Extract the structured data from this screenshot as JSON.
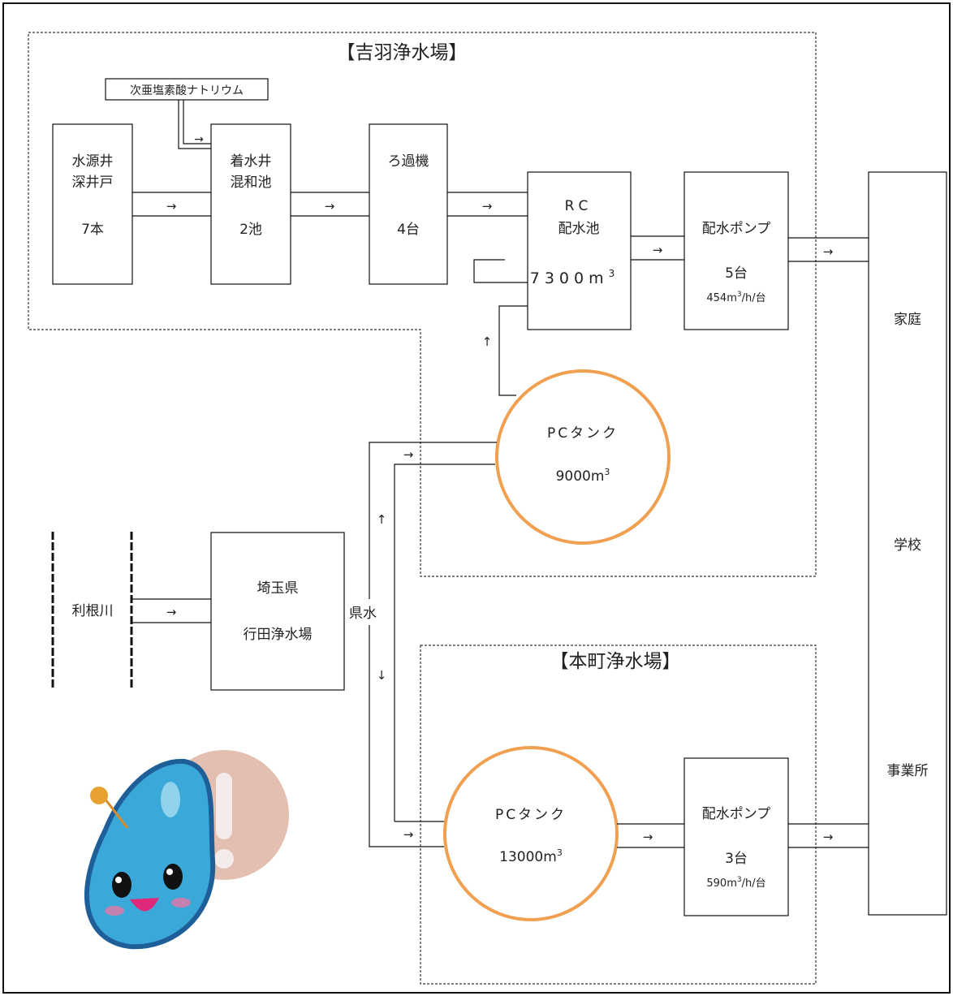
{
  "plants": {
    "yoshiba_title": "【吉羽浄水場】",
    "honcho_title": "【本町浄水場】"
  },
  "chemical": {
    "label": "次亜塩素酸ナトリウム"
  },
  "wells": {
    "line1": "水源井",
    "line2": "深井戸",
    "count": "7本"
  },
  "mixing_basin": {
    "line1": "着水井",
    "line2": "混和池",
    "count": "2池"
  },
  "filter": {
    "line1": "ろ過機",
    "count": "4台"
  },
  "rc_reservoir": {
    "line1": "RC",
    "line2": "配水池",
    "capacity_num": "7300m",
    "capacity_exp": "3"
  },
  "pump_yoshiba": {
    "line1": "配水ポンプ",
    "count": "5台",
    "rate_a": "454m",
    "rate_exp": "3",
    "rate_b": "/h/台"
  },
  "pc_tank_yoshiba": {
    "line1": "PCタンク",
    "capacity_num": "9000m",
    "capacity_exp": "3"
  },
  "river": {
    "label": "利根川"
  },
  "prefecture_plant": {
    "line1": "埼玉県",
    "line2": "行田浄水場",
    "supply_label": "県水"
  },
  "pc_tank_honcho": {
    "line1": "PCタンク",
    "capacity_num": "13000m",
    "capacity_exp": "3"
  },
  "pump_honcho": {
    "line1": "配水ポンプ",
    "count": "3台",
    "rate_a": "590m",
    "rate_exp": "3",
    "rate_b": "/h/台"
  },
  "consumers": {
    "home": "家庭",
    "school": "学校",
    "business": "事業所"
  },
  "arrows": {
    "right": "→",
    "up": "↑",
    "down": "↓"
  },
  "colors": {
    "tank_outline": "#f0a050",
    "mascot_body": "#3aa8d8",
    "mascot_bubble": "#e2bfb0"
  }
}
